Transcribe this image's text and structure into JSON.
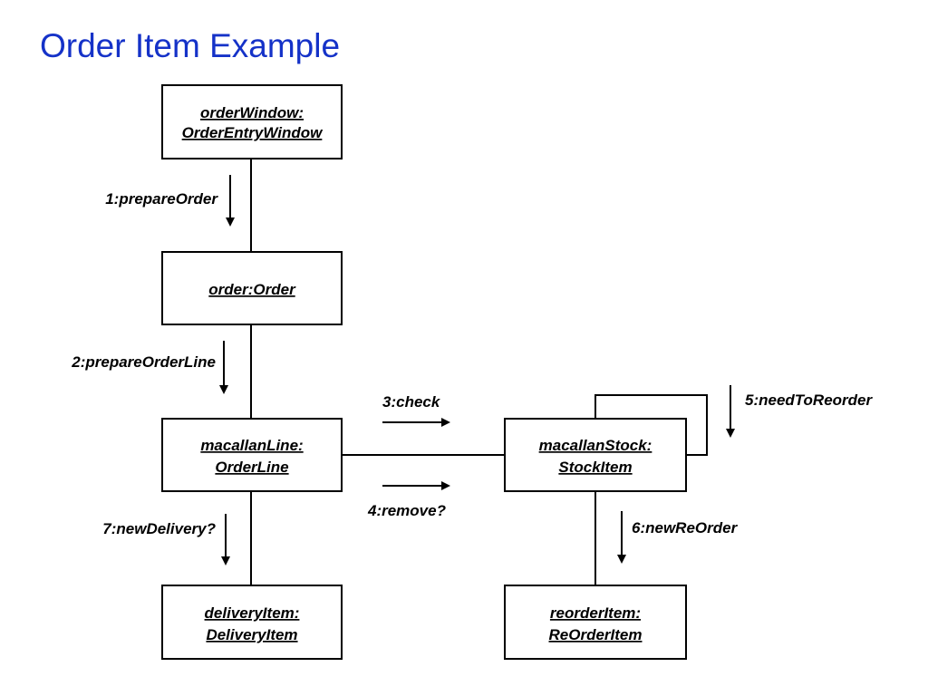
{
  "title": "Order Item Example",
  "objects": {
    "order_window": {
      "line1": "orderWindow:",
      "line2": "OrderEntryWindow"
    },
    "order": {
      "line1": "order:Order"
    },
    "macallan_line": {
      "line1": "macallanLine:",
      "line2": "OrderLine"
    },
    "macallan_stock": {
      "line1": "macallanStock:",
      "line2": "StockItem"
    },
    "delivery_item": {
      "line1": "deliveryItem:",
      "line2": "DeliveryItem"
    },
    "reorder_item": {
      "line1": "reorderItem:",
      "line2": "ReOrderItem"
    }
  },
  "messages": {
    "m1": "1:prepareOrder",
    "m2": "2:prepareOrderLine",
    "m3": "3:check",
    "m4": "4:remove?",
    "m5": "5:needToReorder",
    "m6": "6:newReOrder",
    "m7": "7:newDelivery?"
  }
}
